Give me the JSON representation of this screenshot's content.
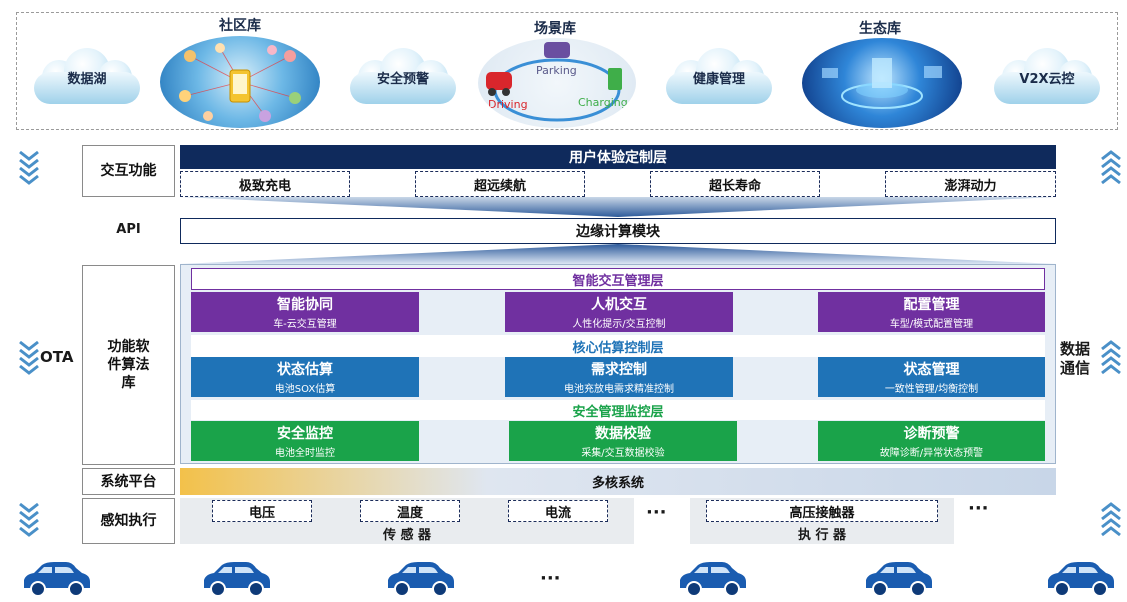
{
  "top": {
    "clouds": [
      "数据湖",
      "安全预警",
      "健康管理",
      "V2X云控"
    ],
    "libraries": [
      "社区库",
      "场景库",
      "生态库"
    ],
    "scene_labels": [
      "Parking",
      "Driving",
      "Charging"
    ]
  },
  "left_labels": {
    "interaction": "交互功能",
    "api": "API",
    "ota": "OTA",
    "algo": "功能软件算法库",
    "platform": "系统平台",
    "perception": "感知执行"
  },
  "right_labels": {
    "data_comm": "数据通信"
  },
  "interaction": {
    "header": "用户体验定制层",
    "items": [
      "极致充电",
      "超远续航",
      "超长寿命",
      "澎湃动力"
    ]
  },
  "edge": {
    "label": "边缘计算模块"
  },
  "layers": [
    {
      "title": "智能交互管理层",
      "color": "#7030a0",
      "blocks": [
        {
          "title": "智能协同",
          "sub": "车-云交互管理"
        },
        {
          "title": "人机交互",
          "sub": "人性化提示/交互控制"
        },
        {
          "title": "配置管理",
          "sub": "车型/模式配置管理"
        }
      ]
    },
    {
      "title": "核心估算控制层",
      "color": "#1f73b7",
      "blocks": [
        {
          "title": "状态估算",
          "sub": "电池SOX估算"
        },
        {
          "title": "需求控制",
          "sub": "电池充放电需求精准控制"
        },
        {
          "title": "状态管理",
          "sub": "一致性管理/均衡控制"
        }
      ]
    },
    {
      "title": "安全管理监控层",
      "color": "#1aa34a",
      "blocks": [
        {
          "title": "安全监控",
          "sub": "电池全时监控"
        },
        {
          "title": "数据校验",
          "sub": "采集/交互数据校验"
        },
        {
          "title": "诊断预警",
          "sub": "故障诊断/异常状态预警"
        }
      ]
    }
  ],
  "platform": {
    "label": "多核系统"
  },
  "perception": {
    "sensors": [
      "电压",
      "温度",
      "电流"
    ],
    "sensor_group": "传 感 器",
    "actuators": [
      "高压接触器"
    ],
    "actuator_group": "执 行 器",
    "ellipsis": "···"
  },
  "cars": {
    "ellipsis": "···"
  }
}
